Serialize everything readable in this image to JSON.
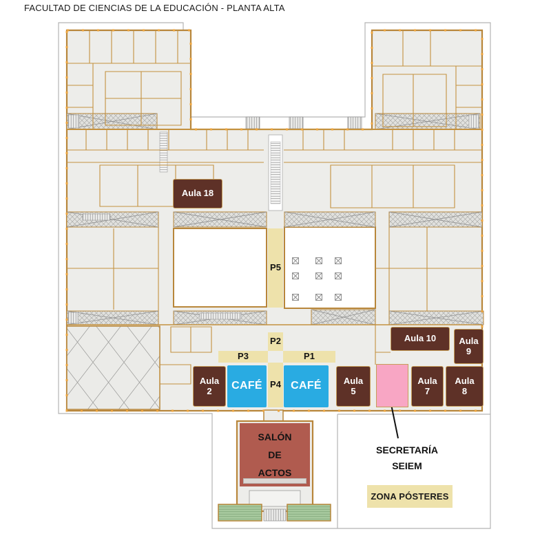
{
  "title": "FACULTAD DE CIENCIAS DE LA EDUCACIÓN - PLANTA ALTA",
  "colors": {
    "room_brown": "#5e3127",
    "cafe_blue": "#29abe2",
    "secretaria_pink": "#f8a6c4",
    "salon_red": "#b05b4f",
    "poster_beige": "#eee2ab",
    "terrace_green": "#a7c99e",
    "wall_tan": "#b8863a",
    "floor_gray": "#ededea",
    "outline_gray": "#b3b3b3"
  },
  "rooms": {
    "aula18": {
      "label": "Aula 18"
    },
    "aula10": {
      "label": "Aula 10"
    },
    "aula9": {
      "label": "Aula\n9"
    },
    "aula2": {
      "label": "Aula\n2"
    },
    "cafe_left": {
      "label": "CAFÉ"
    },
    "cafe_right": {
      "label": "CAFÉ"
    },
    "aula5": {
      "label": "Aula\n5"
    },
    "aula7": {
      "label": "Aula\n7"
    },
    "aula8": {
      "label": "Aula\n8"
    },
    "salon_de_actos": {
      "label": "SALÓN\nDE\nACTOS"
    }
  },
  "poster_zones": {
    "p1": "P1",
    "p2": "P2",
    "p3": "P3",
    "p4": "P4",
    "p5": "P5"
  },
  "annotations": {
    "secretaria": {
      "label": "SECRETARÍA\nSEIEM"
    },
    "legend": {
      "label": "ZONA PÓSTERES"
    }
  }
}
